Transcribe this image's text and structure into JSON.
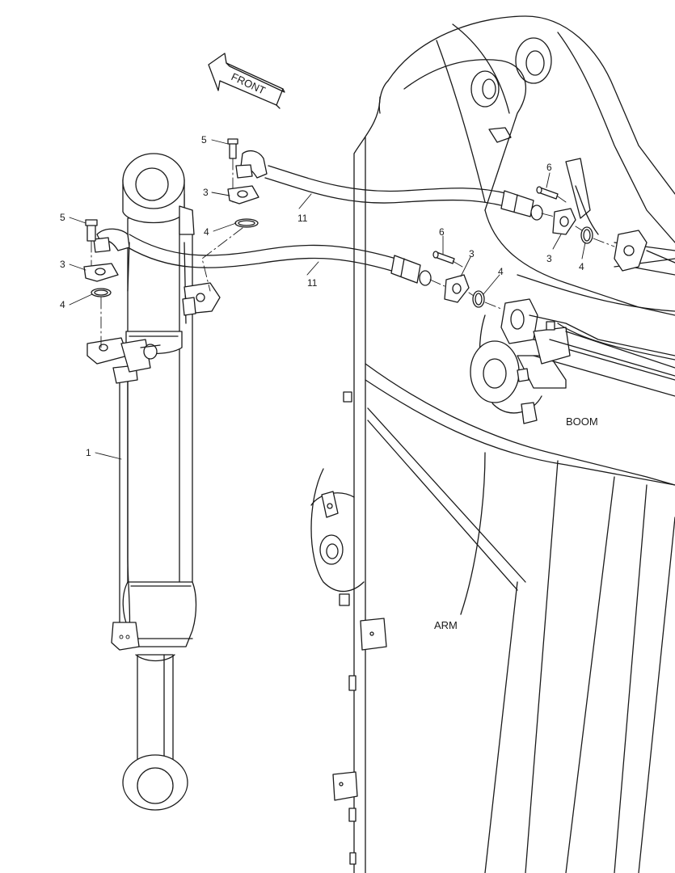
{
  "labels": {
    "front": "FRONT",
    "boom": "BOOM",
    "arm": "ARM",
    "callouts": {
      "c5a": "5",
      "c3a": "3",
      "c4a": "4",
      "c5b": "5",
      "c3b": "3",
      "c4b": "4",
      "c11a": "11",
      "c11b": "11",
      "c6a": "6",
      "c3c": "3",
      "c4c": "4",
      "c6b": "6",
      "c3d": "3",
      "c4d": "4",
      "c1": "1"
    }
  },
  "colors": {
    "line": "#1a1a1a",
    "background": "#ffffff"
  }
}
